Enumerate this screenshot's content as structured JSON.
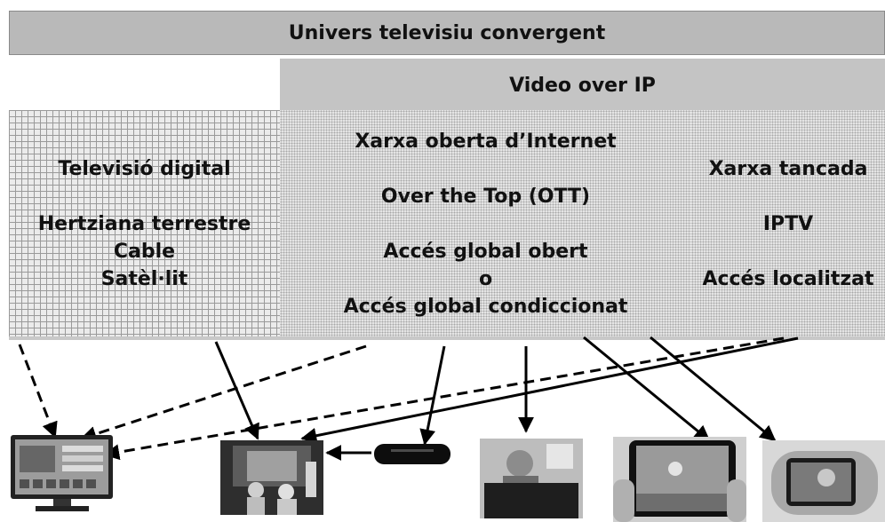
{
  "header": {
    "title": "Univers televisiu convergent"
  },
  "subheader": {
    "title": "Video over IP"
  },
  "left_column": {
    "line1": "Televisió digital",
    "line2": "Hertziana terrestre",
    "line3": "Cable",
    "line4": "Satèl·lit"
  },
  "middle_column": {
    "line1": "Xarxa oberta d’Internet",
    "line2": "Over the Top (OTT)",
    "line3": "Accés global obert",
    "line4": "o",
    "line5": "Accés global condiccionat"
  },
  "right_column": {
    "line1": "Xarxa tancada",
    "line2": "IPTV",
    "line3": "Accés localitzat"
  },
  "devices": [
    "smart-tv-icon",
    "tv-living-room-icon",
    "set-top-box-icon",
    "laptop-user-icon",
    "tablet-icon",
    "handheld-console-icon"
  ],
  "colors": {
    "header_bg": "#b9b9b9",
    "subheader_bg": "#c4c4c4",
    "arrow": "#000000"
  }
}
